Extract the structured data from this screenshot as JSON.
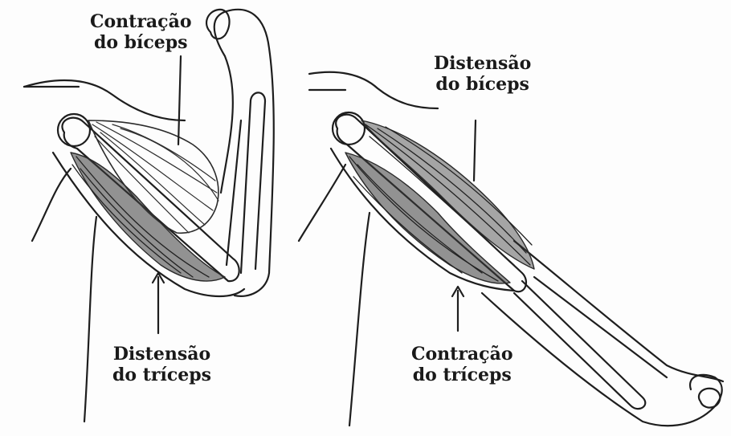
{
  "colors": {
    "ink": "#1e1e1e",
    "muscle": "#3a3a3a",
    "paper": "#fdfdfd"
  },
  "left_arm": {
    "top_label": {
      "line1": "Contração",
      "line2": "do bíceps"
    },
    "bottom_label": {
      "line1": "Distensão",
      "line2": "do tríceps"
    }
  },
  "right_arm": {
    "top_label": {
      "line1": "Distensão",
      "line2": "do bíceps"
    },
    "bottom_label": {
      "line1": "Contração",
      "line2": "do tríceps"
    }
  }
}
